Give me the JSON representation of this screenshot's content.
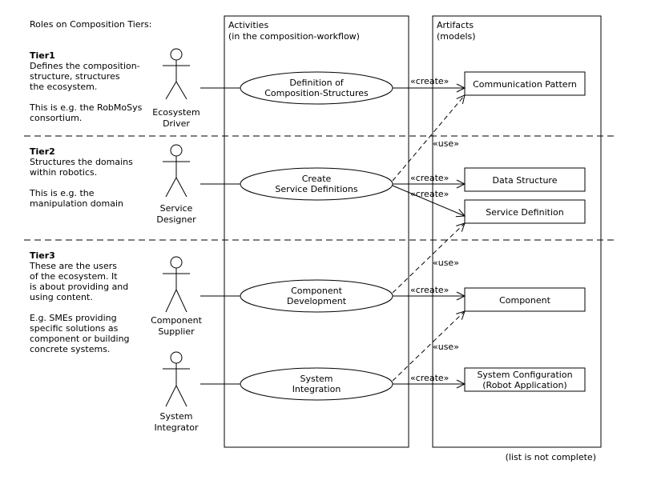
{
  "title": "Roles on Composition Tiers:",
  "columns": {
    "activities": [
      "Activities",
      "(in the composition-workflow)"
    ],
    "artifacts": [
      "Artifacts",
      "(models)"
    ]
  },
  "tiers": [
    {
      "name": "Tier1",
      "lines": [
        "Defines the composition-",
        "structure, structures",
        "the ecosystem.",
        "",
        "This is e.g. the RobMoSys",
        "consortium."
      ]
    },
    {
      "name": "Tier2",
      "lines": [
        "Structures the domains",
        "within robotics.",
        "",
        "This is e.g. the",
        "manipulation domain"
      ]
    },
    {
      "name": "Tier3",
      "lines": [
        "These are the users",
        "of the ecosystem. It",
        "is about providing and",
        "using content.",
        "",
        "E.g. SMEs providing",
        "specific solutions as",
        "component or building",
        "concrete systems."
      ]
    }
  ],
  "actors": [
    {
      "label": [
        "Ecosystem",
        "Driver"
      ]
    },
    {
      "label": [
        "Service",
        "Designer"
      ]
    },
    {
      "label": [
        "Component",
        "Supplier"
      ]
    },
    {
      "label": [
        "System",
        "Integrator"
      ]
    }
  ],
  "use_cases": [
    {
      "label": [
        "Definition of",
        "Composition-Structures"
      ]
    },
    {
      "label": [
        "Create",
        "Service Definitions"
      ]
    },
    {
      "label": [
        "Component",
        "Development"
      ]
    },
    {
      "label": [
        "System",
        "Integration"
      ]
    }
  ],
  "artifacts": [
    {
      "label": [
        "Communication Pattern"
      ]
    },
    {
      "label": [
        "Data Structure"
      ]
    },
    {
      "label": [
        "Service Definition"
      ]
    },
    {
      "label": [
        "Component"
      ]
    },
    {
      "label": [
        "System Configuration",
        "(Robot Application)"
      ]
    }
  ],
  "stereotypes": {
    "create": "«create»",
    "use": "«use»"
  },
  "footnote": "(list is not complete)"
}
